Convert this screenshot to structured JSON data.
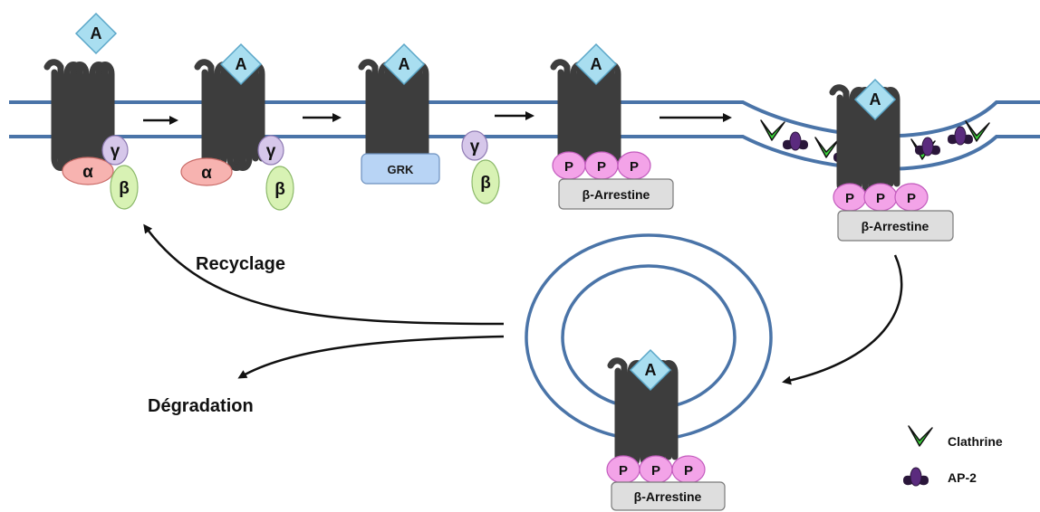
{
  "labels": {
    "recycling": "Recyclage",
    "degradation": "Dégradation",
    "arrestin": "β-Arrestine",
    "grk": "GRK",
    "agonist": "A",
    "phospho": "P",
    "alpha": "α",
    "beta": "β",
    "gamma": "γ"
  },
  "legend": {
    "clathrin": "Clathrine",
    "ap2": "AP-2"
  },
  "colors": {
    "membrane": "#4a74a8",
    "receptor": "#3d3d3d",
    "agonist": "#a9def0",
    "alpha": "#f7b3b0",
    "beta": "#d8f2b4",
    "gamma": "#d6c7ea",
    "phospho": "#f3a3e8",
    "grk": "#b8d4f5",
    "arrestin": "#dedede",
    "clathrin": "#3ad23a",
    "ap2": "#5b2b7e"
  }
}
